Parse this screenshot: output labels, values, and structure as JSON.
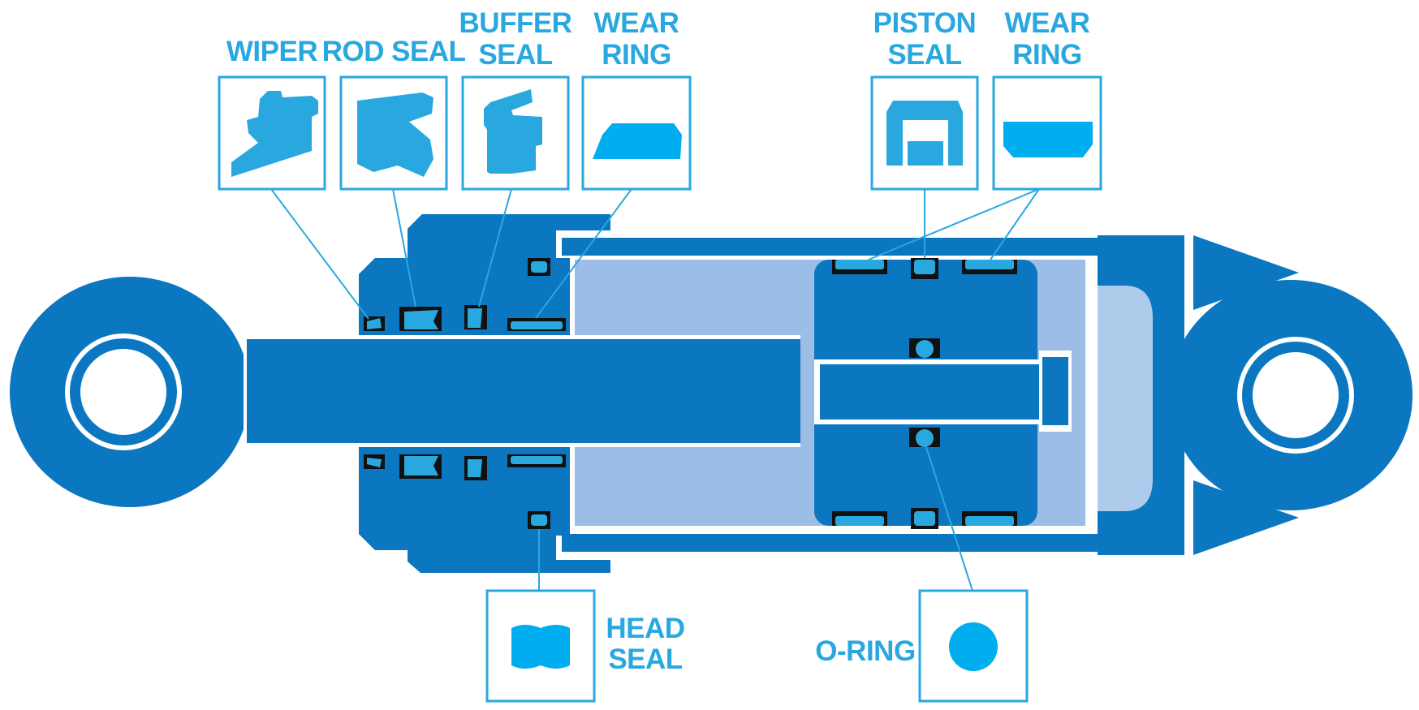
{
  "labels": {
    "wiper": "WIPER",
    "rod_seal": "ROD SEAL",
    "buffer_seal_1": "BUFFER",
    "buffer_seal_2": "SEAL",
    "wear_ring_left_1": "WEAR",
    "wear_ring_left_2": "RING",
    "piston_seal_1": "PISTON",
    "piston_seal_2": "SEAL",
    "wear_ring_right_1": "WEAR",
    "wear_ring_right_2": "RING",
    "head_seal_1": "HEAD",
    "head_seal_2": "SEAL",
    "o_ring": "O-RING"
  },
  "colors": {
    "body": "#0a77c0",
    "seal": "#29a8e0",
    "chamber": "#9bbde6",
    "cushion": "#aecbec",
    "groove": "#111111",
    "outline": "#29a8e0",
    "background": "#ffffff"
  }
}
